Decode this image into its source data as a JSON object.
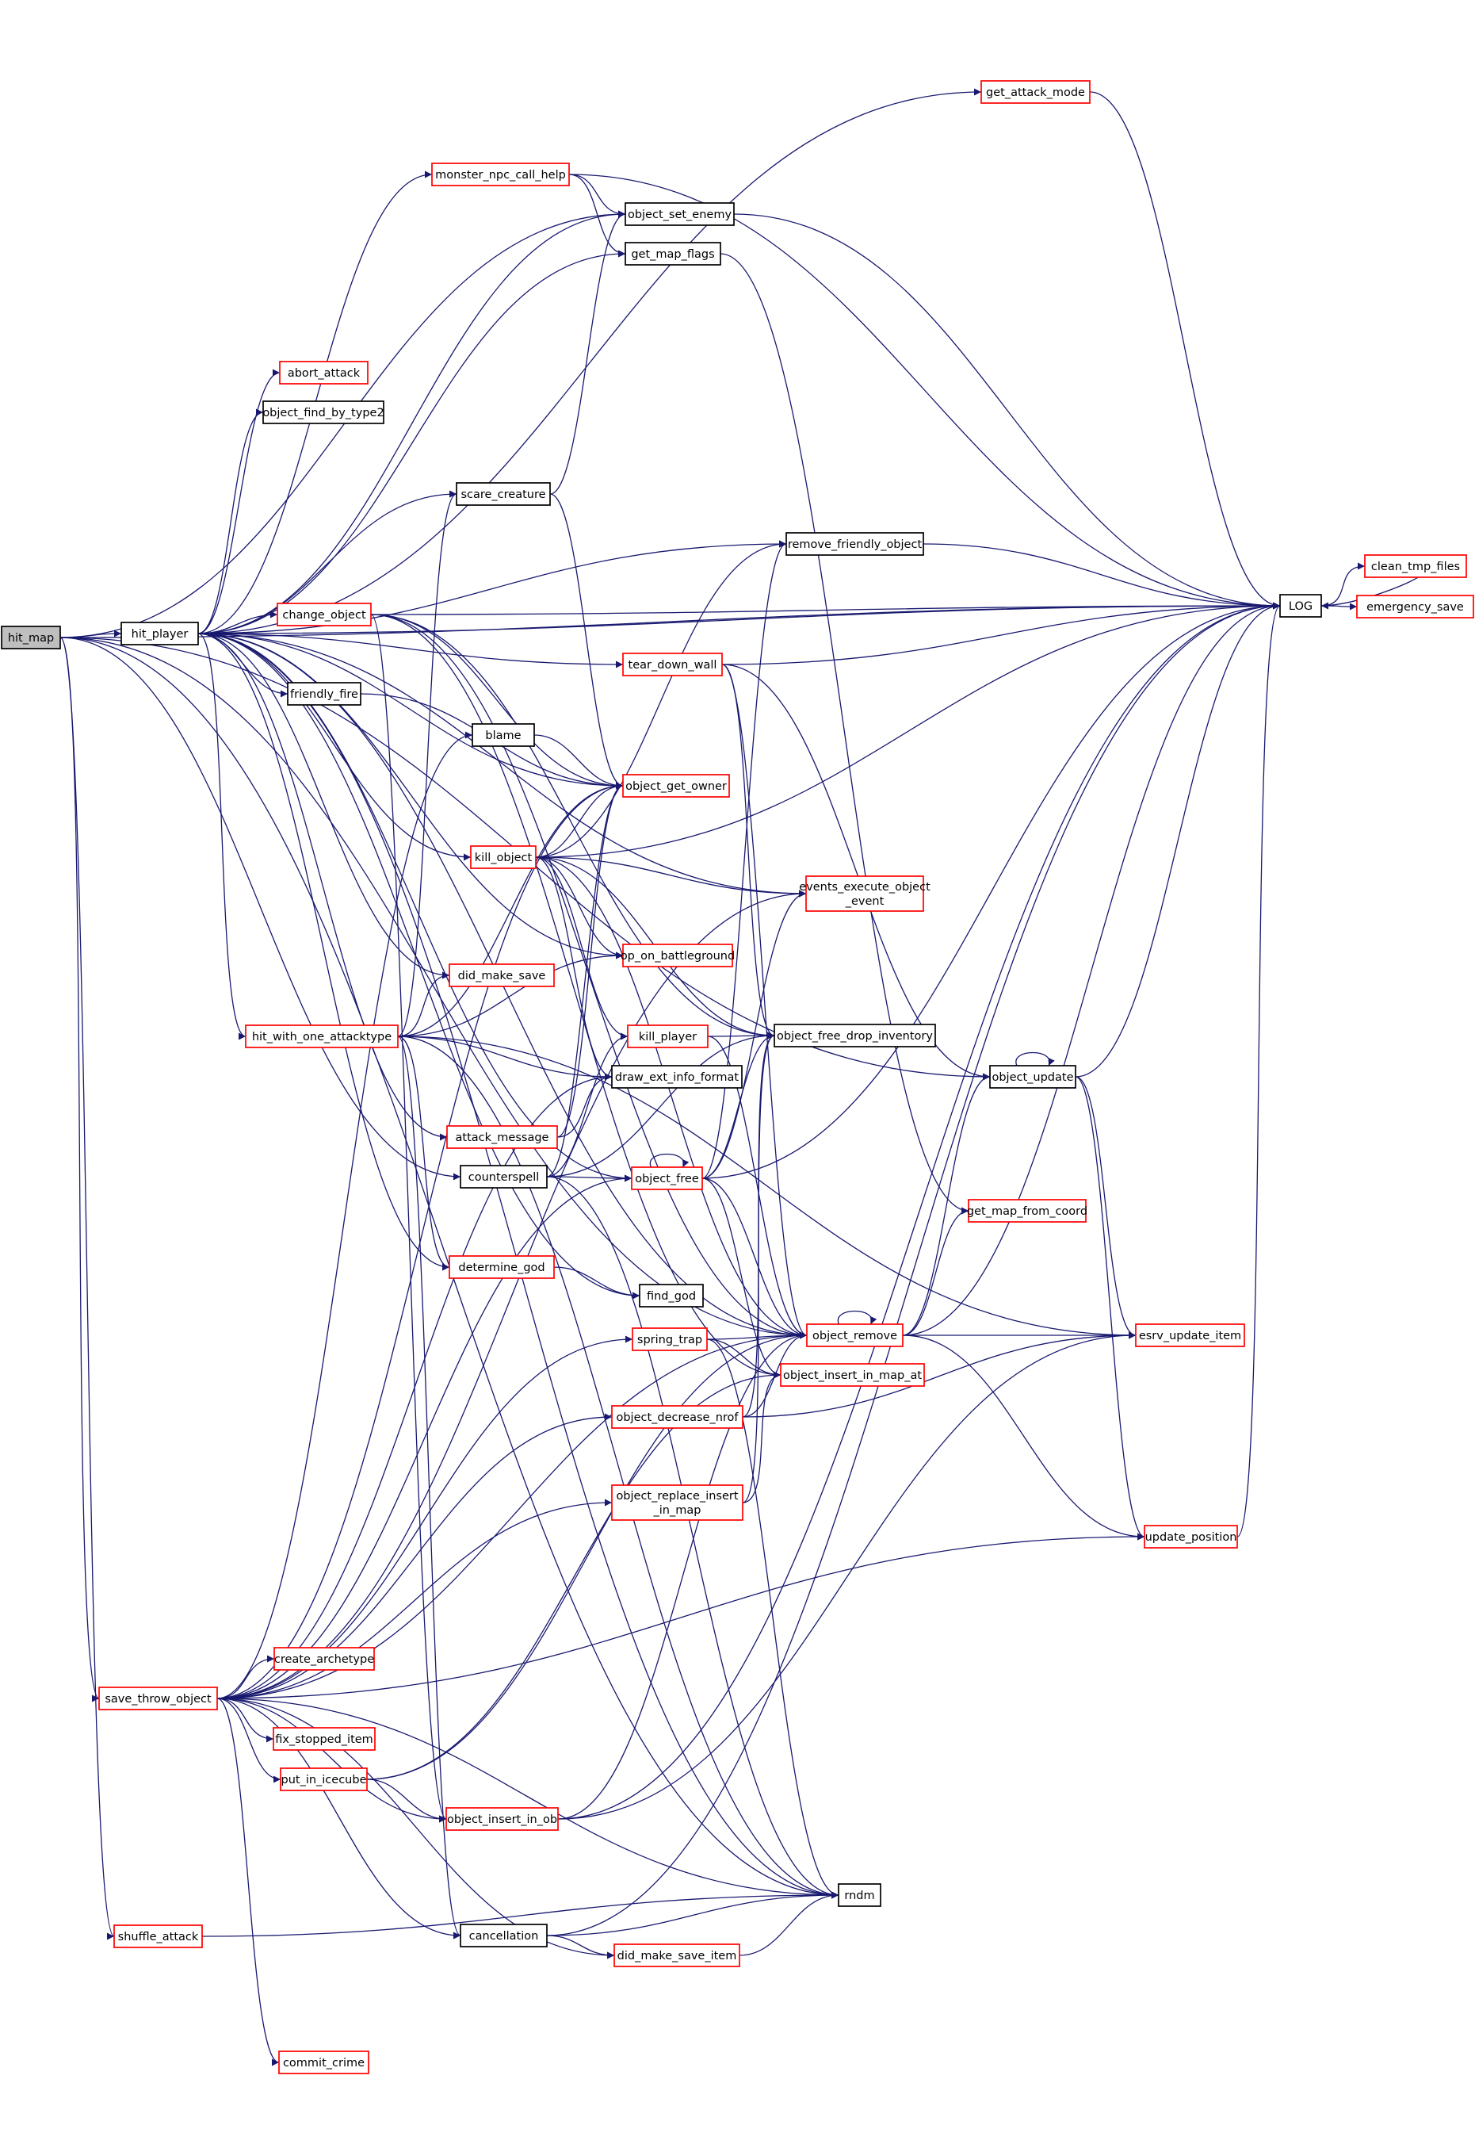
{
  "colors": {
    "edge": "#191970",
    "box_default": "#000000",
    "box_truncated": "#ff0000",
    "root_fill": "#bfbfbf"
  },
  "nodes": [
    {
      "id": "hit_map",
      "label": [
        "hit_map"
      ],
      "style": "root"
    },
    {
      "id": "hit_player",
      "label": [
        "hit_player"
      ],
      "style": "black"
    },
    {
      "id": "save_throw_object",
      "label": [
        "save_throw_object"
      ],
      "style": "red"
    },
    {
      "id": "shuffle_attack",
      "label": [
        "shuffle_attack"
      ],
      "style": "red"
    },
    {
      "id": "get_attack_mode",
      "label": [
        "get_attack_mode"
      ],
      "style": "red"
    },
    {
      "id": "monster_npc_call_help",
      "label": [
        "monster_npc_call_help"
      ],
      "style": "red"
    },
    {
      "id": "object_set_enemy",
      "label": [
        "object_set_enemy"
      ],
      "style": "black"
    },
    {
      "id": "get_map_flags",
      "label": [
        "get_map_flags"
      ],
      "style": "black"
    },
    {
      "id": "abort_attack",
      "label": [
        "abort_attack"
      ],
      "style": "red"
    },
    {
      "id": "object_find_by_type2",
      "label": [
        "object_find_by_type2"
      ],
      "style": "black"
    },
    {
      "id": "scare_creature",
      "label": [
        "scare_creature"
      ],
      "style": "black"
    },
    {
      "id": "remove_friendly_object",
      "label": [
        "remove_friendly_object"
      ],
      "style": "black"
    },
    {
      "id": "change_object",
      "label": [
        "change_object"
      ],
      "style": "red"
    },
    {
      "id": "tear_down_wall",
      "label": [
        "tear_down_wall"
      ],
      "style": "red"
    },
    {
      "id": "friendly_fire",
      "label": [
        "friendly_fire"
      ],
      "style": "black"
    },
    {
      "id": "blame",
      "label": [
        "blame"
      ],
      "style": "black"
    },
    {
      "id": "object_get_owner",
      "label": [
        "object_get_owner"
      ],
      "style": "red"
    },
    {
      "id": "kill_object",
      "label": [
        "kill_object"
      ],
      "style": "red"
    },
    {
      "id": "events_execute_object_event",
      "label": [
        "events_execute_object",
        "_event"
      ],
      "style": "red"
    },
    {
      "id": "op_on_battleground",
      "label": [
        "op_on_battleground"
      ],
      "style": "red"
    },
    {
      "id": "did_make_save",
      "label": [
        "did_make_save"
      ],
      "style": "red"
    },
    {
      "id": "hit_with_one_attacktype",
      "label": [
        "hit_with_one_attacktype"
      ],
      "style": "red"
    },
    {
      "id": "kill_player",
      "label": [
        "kill_player"
      ],
      "style": "red"
    },
    {
      "id": "object_free_drop_inventory",
      "label": [
        "object_free_drop_inventory"
      ],
      "style": "black"
    },
    {
      "id": "draw_ext_info_format",
      "label": [
        "draw_ext_info_format"
      ],
      "style": "black"
    },
    {
      "id": "attack_message",
      "label": [
        "attack_message"
      ],
      "style": "red"
    },
    {
      "id": "counterspell",
      "label": [
        "counterspell"
      ],
      "style": "black"
    },
    {
      "id": "object_free",
      "label": [
        "object_free"
      ],
      "style": "red"
    },
    {
      "id": "determine_god",
      "label": [
        "determine_god"
      ],
      "style": "red"
    },
    {
      "id": "find_god",
      "label": [
        "find_god"
      ],
      "style": "black"
    },
    {
      "id": "object_remove",
      "label": [
        "object_remove"
      ],
      "style": "red"
    },
    {
      "id": "spring_trap",
      "label": [
        "spring_trap"
      ],
      "style": "red"
    },
    {
      "id": "object_insert_in_map_at",
      "label": [
        "object_insert_in_map_at"
      ],
      "style": "red"
    },
    {
      "id": "object_decrease_nrof",
      "label": [
        "object_decrease_nrof"
      ],
      "style": "red"
    },
    {
      "id": "object_replace_insert_in_map",
      "label": [
        "object_replace_insert",
        "_in_map"
      ],
      "style": "red"
    },
    {
      "id": "create_archetype",
      "label": [
        "create_archetype"
      ],
      "style": "red"
    },
    {
      "id": "fix_stopped_item",
      "label": [
        "fix_stopped_item"
      ],
      "style": "red"
    },
    {
      "id": "put_in_icecube",
      "label": [
        "put_in_icecube"
      ],
      "style": "red"
    },
    {
      "id": "object_insert_in_ob",
      "label": [
        "object_insert_in_ob"
      ],
      "style": "red"
    },
    {
      "id": "rndm",
      "label": [
        "rndm"
      ],
      "style": "black"
    },
    {
      "id": "cancellation",
      "label": [
        "cancellation"
      ],
      "style": "black"
    },
    {
      "id": "did_make_save_item",
      "label": [
        "did_make_save_item"
      ],
      "style": "red"
    },
    {
      "id": "commit_crime",
      "label": [
        "commit_crime"
      ],
      "style": "red"
    },
    {
      "id": "object_update",
      "label": [
        "object_update"
      ],
      "style": "black"
    },
    {
      "id": "get_map_from_coord",
      "label": [
        "get_map_from_coord"
      ],
      "style": "red"
    },
    {
      "id": "esrv_update_item",
      "label": [
        "esrv_update_item"
      ],
      "style": "red"
    },
    {
      "id": "update_position",
      "label": [
        "update_position"
      ],
      "style": "red"
    },
    {
      "id": "LOG",
      "label": [
        "LOG"
      ],
      "style": "black"
    },
    {
      "id": "clean_tmp_files",
      "label": [
        "clean_tmp_files"
      ],
      "style": "red"
    },
    {
      "id": "emergency_save",
      "label": [
        "emergency_save"
      ],
      "style": "red"
    }
  ],
  "edges": [
    [
      "hit_map",
      "hit_player"
    ],
    [
      "hit_map",
      "LOG"
    ],
    [
      "hit_map",
      "save_throw_object"
    ],
    [
      "hit_map",
      "shuffle_attack"
    ],
    [
      "hit_map",
      "counterspell"
    ],
    [
      "hit_map",
      "rndm"
    ],
    [
      "hit_map",
      "object_remove"
    ],
    [
      "hit_map",
      "object_set_enemy"
    ],
    [
      "hit_map",
      "object_update"
    ],
    [
      "hit_player",
      "get_attack_mode"
    ],
    [
      "hit_player",
      "monster_npc_call_help"
    ],
    [
      "hit_player",
      "object_set_enemy"
    ],
    [
      "hit_player",
      "get_map_flags"
    ],
    [
      "hit_player",
      "abort_attack"
    ],
    [
      "hit_player",
      "object_find_by_type2"
    ],
    [
      "hit_player",
      "scare_creature"
    ],
    [
      "hit_player",
      "remove_friendly_object"
    ],
    [
      "hit_player",
      "change_object"
    ],
    [
      "hit_player",
      "tear_down_wall"
    ],
    [
      "hit_player",
      "friendly_fire"
    ],
    [
      "hit_player",
      "object_get_owner"
    ],
    [
      "hit_player",
      "kill_object"
    ],
    [
      "hit_player",
      "events_execute_object_event"
    ],
    [
      "hit_player",
      "op_on_battleground"
    ],
    [
      "hit_player",
      "did_make_save"
    ],
    [
      "hit_player",
      "hit_with_one_attacktype"
    ],
    [
      "hit_player",
      "attack_message"
    ],
    [
      "hit_player",
      "determine_god"
    ],
    [
      "hit_player",
      "find_god"
    ],
    [
      "hit_player",
      "object_remove"
    ],
    [
      "hit_player",
      "LOG"
    ],
    [
      "hit_player",
      "rndm"
    ],
    [
      "hit_player",
      "object_free"
    ],
    [
      "get_attack_mode",
      "LOG"
    ],
    [
      "monster_npc_call_help",
      "object_set_enemy"
    ],
    [
      "monster_npc_call_help",
      "get_map_flags"
    ],
    [
      "monster_npc_call_help",
      "LOG"
    ],
    [
      "object_set_enemy",
      "LOG"
    ],
    [
      "get_map_flags",
      "get_map_from_coord"
    ],
    [
      "scare_creature",
      "object_set_enemy"
    ],
    [
      "scare_creature",
      "object_get_owner"
    ],
    [
      "remove_friendly_object",
      "LOG"
    ],
    [
      "change_object",
      "object_get_owner"
    ],
    [
      "change_object",
      "LOG"
    ],
    [
      "change_object",
      "object_remove"
    ],
    [
      "change_object",
      "object_free_drop_inventory"
    ],
    [
      "change_object",
      "object_insert_in_ob"
    ],
    [
      "change_object",
      "object_insert_in_map_at"
    ],
    [
      "tear_down_wall",
      "LOG"
    ],
    [
      "tear_down_wall",
      "object_remove"
    ],
    [
      "tear_down_wall",
      "object_free_drop_inventory"
    ],
    [
      "tear_down_wall",
      "object_update"
    ],
    [
      "friendly_fire",
      "object_get_owner"
    ],
    [
      "blame",
      "object_get_owner"
    ],
    [
      "kill_object",
      "object_get_owner"
    ],
    [
      "kill_object",
      "events_execute_object_event"
    ],
    [
      "kill_object",
      "op_on_battleground"
    ],
    [
      "kill_object",
      "kill_player"
    ],
    [
      "kill_object",
      "object_free_drop_inventory"
    ],
    [
      "kill_object",
      "draw_ext_info_format"
    ],
    [
      "kill_object",
      "object_remove"
    ],
    [
      "kill_object",
      "remove_friendly_object"
    ],
    [
      "kill_object",
      "LOG"
    ],
    [
      "hit_with_one_attacktype",
      "did_make_save"
    ],
    [
      "hit_with_one_attacktype",
      "op_on_battleground"
    ],
    [
      "hit_with_one_attacktype",
      "draw_ext_info_format"
    ],
    [
      "hit_with_one_attacktype",
      "scare_creature"
    ],
    [
      "hit_with_one_attacktype",
      "object_get_owner"
    ],
    [
      "hit_with_one_attacktype",
      "determine_god"
    ],
    [
      "hit_with_one_attacktype",
      "cancellation"
    ],
    [
      "hit_with_one_attacktype",
      "rndm"
    ],
    [
      "hit_with_one_attacktype",
      "esrv_update_item"
    ],
    [
      "kill_player",
      "object_free_drop_inventory"
    ],
    [
      "kill_player",
      "object_remove"
    ],
    [
      "attack_message",
      "draw_ext_info_format"
    ],
    [
      "attack_message",
      "object_get_owner"
    ],
    [
      "counterspell",
      "object_free"
    ],
    [
      "counterspell",
      "object_get_owner"
    ],
    [
      "counterspell",
      "kill_player"
    ],
    [
      "counterspell",
      "rndm"
    ],
    [
      "counterspell",
      "object_free_drop_inventory"
    ],
    [
      "object_free",
      "object_free"
    ],
    [
      "object_free",
      "object_remove"
    ],
    [
      "object_free",
      "events_execute_object_event"
    ],
    [
      "object_free",
      "remove_friendly_object"
    ],
    [
      "object_free",
      "object_free_drop_inventory"
    ],
    [
      "object_free",
      "object_insert_in_map_at"
    ],
    [
      "object_free",
      "LOG"
    ],
    [
      "determine_god",
      "find_god"
    ],
    [
      "object_remove",
      "object_update"
    ],
    [
      "object_remove",
      "get_map_from_coord"
    ],
    [
      "object_remove",
      "esrv_update_item"
    ],
    [
      "object_remove",
      "LOG"
    ],
    [
      "object_remove",
      "update_position"
    ],
    [
      "object_remove",
      "object_remove"
    ],
    [
      "spring_trap",
      "object_remove"
    ],
    [
      "spring_trap",
      "object_insert_in_map_at"
    ],
    [
      "spring_trap",
      "rndm"
    ],
    [
      "object_decrease_nrof",
      "object_remove"
    ],
    [
      "object_decrease_nrof",
      "esrv_update_item"
    ],
    [
      "object_decrease_nrof",
      "object_free_drop_inventory"
    ],
    [
      "object_replace_insert_in_map",
      "object_insert_in_map_at"
    ],
    [
      "object_replace_insert_in_map",
      "object_free_drop_inventory"
    ],
    [
      "save_throw_object",
      "blame"
    ],
    [
      "save_throw_object",
      "object_free"
    ],
    [
      "save_throw_object",
      "events_execute_object_event"
    ],
    [
      "save_throw_object",
      "spring_trap"
    ],
    [
      "save_throw_object",
      "object_decrease_nrof"
    ],
    [
      "save_throw_object",
      "object_replace_insert_in_map"
    ],
    [
      "save_throw_object",
      "create_archetype"
    ],
    [
      "save_throw_object",
      "fix_stopped_item"
    ],
    [
      "save_throw_object",
      "put_in_icecube"
    ],
    [
      "save_throw_object",
      "object_insert_in_ob"
    ],
    [
      "save_throw_object",
      "rndm"
    ],
    [
      "save_throw_object",
      "cancellation"
    ],
    [
      "save_throw_object",
      "did_make_save_item"
    ],
    [
      "save_throw_object",
      "commit_crime"
    ],
    [
      "save_throw_object",
      "object_remove"
    ],
    [
      "save_throw_object",
      "object_get_owner"
    ],
    [
      "save_throw_object",
      "draw_ext_info_format"
    ],
    [
      "save_throw_object",
      "update_position"
    ],
    [
      "put_in_icecube",
      "object_insert_in_ob"
    ],
    [
      "put_in_icecube",
      "object_insert_in_map_at"
    ],
    [
      "put_in_icecube",
      "object_remove"
    ],
    [
      "object_insert_in_ob",
      "LOG"
    ],
    [
      "object_insert_in_ob",
      "esrv_update_item"
    ],
    [
      "object_insert_in_ob",
      "object_remove"
    ],
    [
      "cancellation",
      "rndm"
    ],
    [
      "cancellation",
      "did_make_save_item"
    ],
    [
      "cancellation",
      "LOG"
    ],
    [
      "did_make_save_item",
      "rndm"
    ],
    [
      "shuffle_attack",
      "rndm"
    ],
    [
      "object_update",
      "object_update"
    ],
    [
      "object_update",
      "LOG"
    ],
    [
      "object_update",
      "esrv_update_item"
    ],
    [
      "object_update",
      "update_position"
    ],
    [
      "update_position",
      "LOG"
    ],
    [
      "LOG",
      "clean_tmp_files"
    ],
    [
      "LOG",
      "emergency_save"
    ],
    [
      "clean_tmp_files",
      "LOG"
    ]
  ]
}
